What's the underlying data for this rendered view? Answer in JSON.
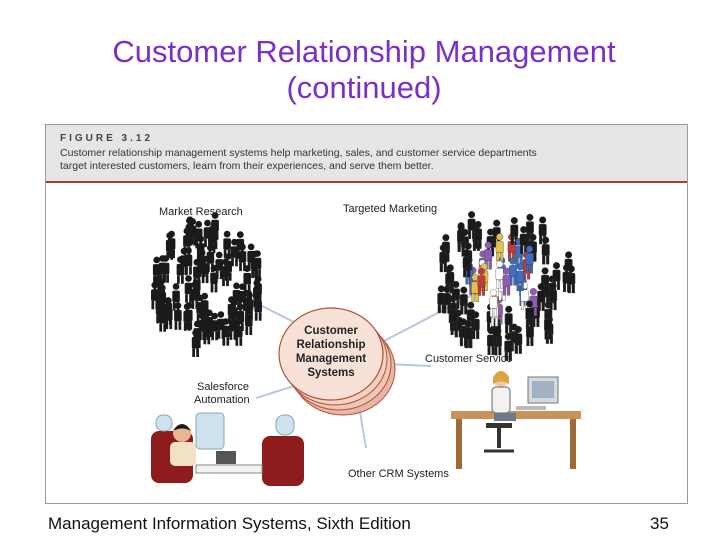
{
  "slide": {
    "title_line1": "Customer Relationship Management",
    "title_line2": "(continued)"
  },
  "figure": {
    "label": "FIGURE 3.12",
    "caption_line1": "Customer relationship management systems help marketing, sales, and customer service departments",
    "caption_line2": "target interested customers, learn from their experiences, and serve them better.",
    "center_lines": [
      "Customer",
      "Relationship",
      "Management",
      "Systems"
    ],
    "labels": {
      "market_research": "Market Research",
      "targeted_marketing": "Targeted Marketing",
      "customer_service": "Customer Service",
      "salesforce_line1": "Salesforce",
      "salesforce_line2": "Automation",
      "other_crm": "Other CRM Systems"
    }
  },
  "footer": {
    "book": "Management Information Systems, Sixth Edition",
    "page": "35"
  },
  "colors": {
    "title": "#7b2fc9",
    "disk": "#f6d8cc",
    "disk_edge": "#b2503a",
    "spoke": "#b8c8e0",
    "header_rule": "#b03a2e"
  }
}
